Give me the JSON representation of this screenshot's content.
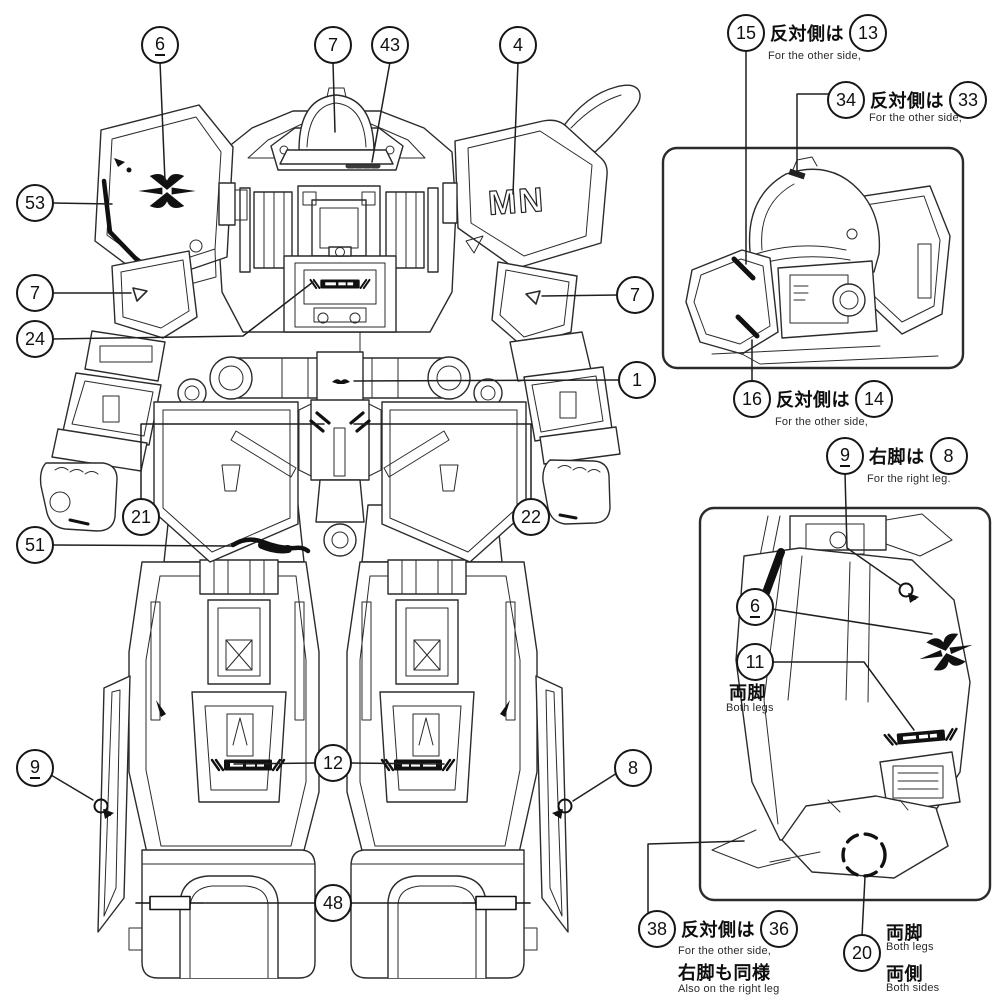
{
  "page": {
    "background": "#ffffff",
    "type": "model-kit-marking-instruction-diagram"
  },
  "decals": {
    "shoulder_logo": "MN"
  },
  "callouts": [
    {
      "n": "6",
      "u": true
    },
    {
      "n": "7"
    },
    {
      "n": "43"
    },
    {
      "n": "4"
    },
    {
      "n": "53"
    },
    {
      "n": "7"
    },
    {
      "n": "24"
    },
    {
      "n": "1"
    },
    {
      "n": "21"
    },
    {
      "n": "22"
    },
    {
      "n": "51"
    },
    {
      "n": "9",
      "u": true
    },
    {
      "n": "12"
    },
    {
      "n": "8"
    },
    {
      "n": "48"
    },
    {
      "n": "7"
    },
    {
      "n": "6",
      "u": true
    },
    {
      "n": "11"
    },
    {
      "n": "20"
    }
  ],
  "groups": [
    {
      "ln": "15",
      "jp": "反対側は",
      "rn": "13",
      "en": "For the other side,"
    },
    {
      "ln": "34",
      "jp": "反対側は",
      "rn": "33",
      "en": "For the other side,"
    },
    {
      "ln": "16",
      "jp": "反対側は",
      "rn": "14",
      "en": "For the other side,"
    },
    {
      "ln": "9",
      "jp": "右脚は",
      "rn": "8",
      "en": "For the right leg."
    },
    {
      "ln": "38",
      "jp": "反対側は",
      "rn": "36",
      "en": "For the other side,",
      "jp2": "右脚も同様",
      "en2": "Also on the right leg"
    }
  ],
  "labels": {
    "both_legs_jp": "両脚",
    "both_legs_en": "Both legs",
    "both_sides_jp": "両側",
    "both_sides_en": "Both sides"
  }
}
